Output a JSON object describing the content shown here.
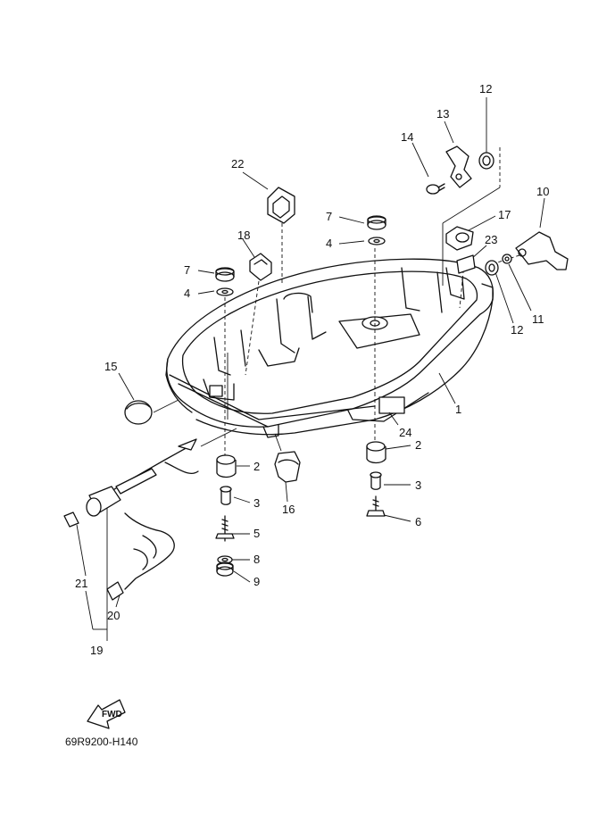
{
  "callouts": [
    {
      "id": "1",
      "label": "1"
    },
    {
      "id": "2a",
      "label": "2"
    },
    {
      "id": "2b",
      "label": "2"
    },
    {
      "id": "3a",
      "label": "3"
    },
    {
      "id": "3b",
      "label": "3"
    },
    {
      "id": "4a",
      "label": "4"
    },
    {
      "id": "4b",
      "label": "4"
    },
    {
      "id": "5",
      "label": "5"
    },
    {
      "id": "6",
      "label": "6"
    },
    {
      "id": "7a",
      "label": "7"
    },
    {
      "id": "7b",
      "label": "7"
    },
    {
      "id": "8",
      "label": "8"
    },
    {
      "id": "9",
      "label": "9"
    },
    {
      "id": "10",
      "label": "10"
    },
    {
      "id": "11",
      "label": "11"
    },
    {
      "id": "12a",
      "label": "12"
    },
    {
      "id": "12b",
      "label": "12"
    },
    {
      "id": "13",
      "label": "13"
    },
    {
      "id": "14",
      "label": "14"
    },
    {
      "id": "15",
      "label": "15"
    },
    {
      "id": "16",
      "label": "16"
    },
    {
      "id": "17",
      "label": "17"
    },
    {
      "id": "18",
      "label": "18"
    },
    {
      "id": "19",
      "label": "19"
    },
    {
      "id": "20",
      "label": "20"
    },
    {
      "id": "21",
      "label": "21"
    },
    {
      "id": "22",
      "label": "22"
    },
    {
      "id": "23",
      "label": "23"
    },
    {
      "id": "24",
      "label": "24"
    }
  ],
  "fwd_label": "FWD",
  "diagram_code": "69R9200-H140"
}
